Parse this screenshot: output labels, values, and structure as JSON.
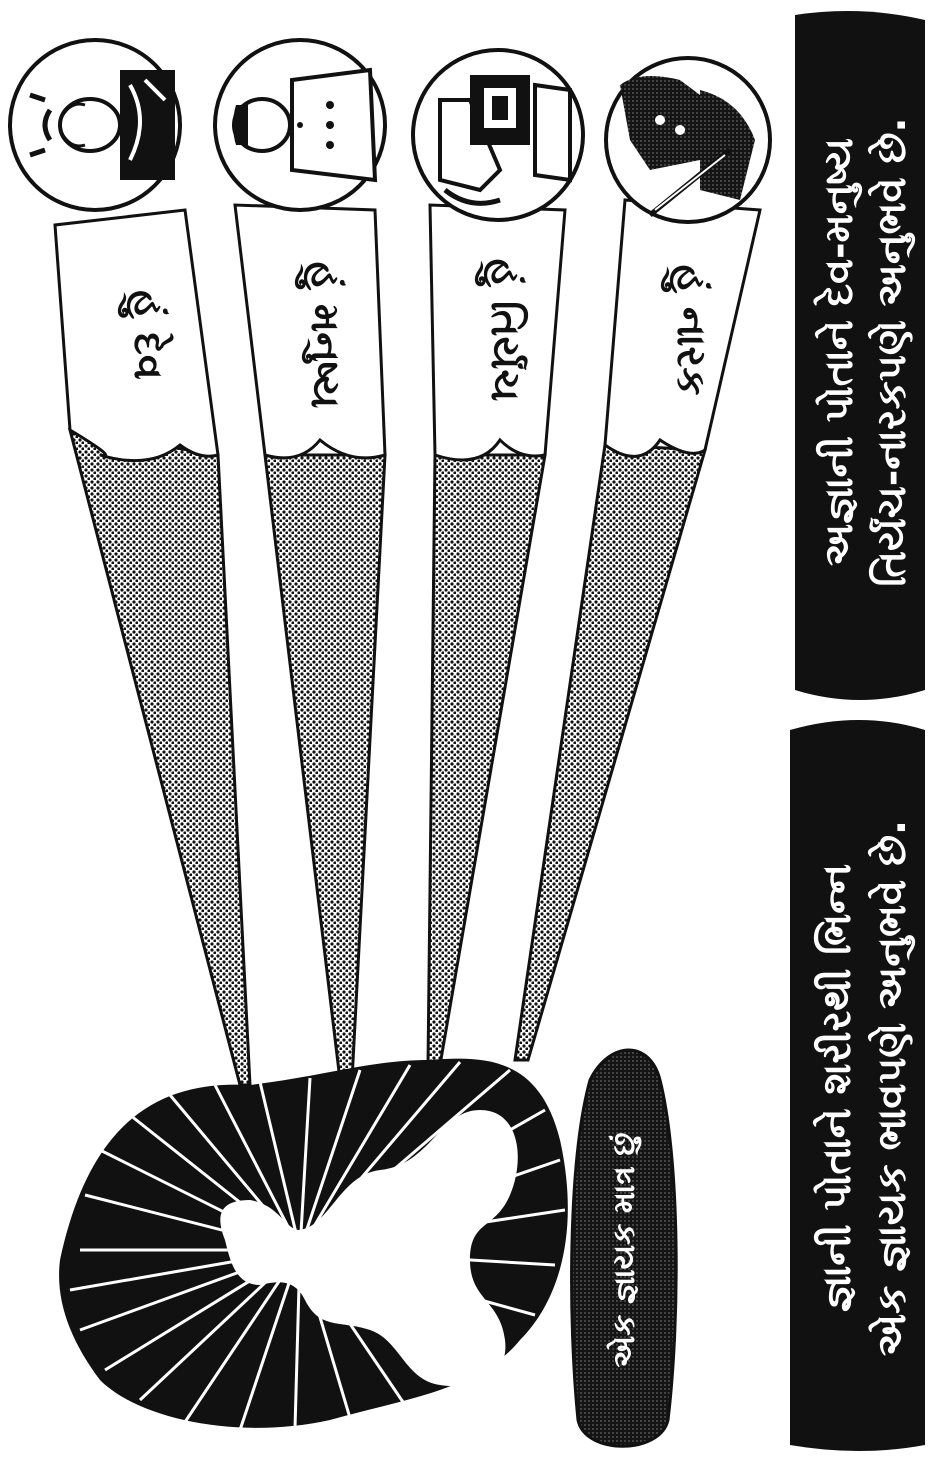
{
  "beams": [
    {
      "label": "હું દેવ"
    },
    {
      "label": "હું મનુષ્ય"
    },
    {
      "label": "હું તિર્યંચ"
    },
    {
      "label": "હું નારક"
    }
  ],
  "soul_caption": "એક જ્ઞાયક માત્ર છું",
  "banners": {
    "ignorant": {
      "line1": "અજ્ઞાની પોતાને દેવ-મનુષ્ય",
      "line2": "તિર્યંચ-નારકપણે અનુભવે છે."
    },
    "knower": {
      "line1": "જ્ઞાની પોતાને શરીરથી ભિન્ન",
      "line2": "એક જ્ઞાયક ભાવપણે અનુભવે છે."
    }
  },
  "colors": {
    "ink": "#111111",
    "paper": "#ffffff"
  },
  "icons": [
    "deity-figure",
    "human-figure",
    "elephant-figure",
    "hell-being-figure",
    "meditating-soul-silhouette"
  ]
}
